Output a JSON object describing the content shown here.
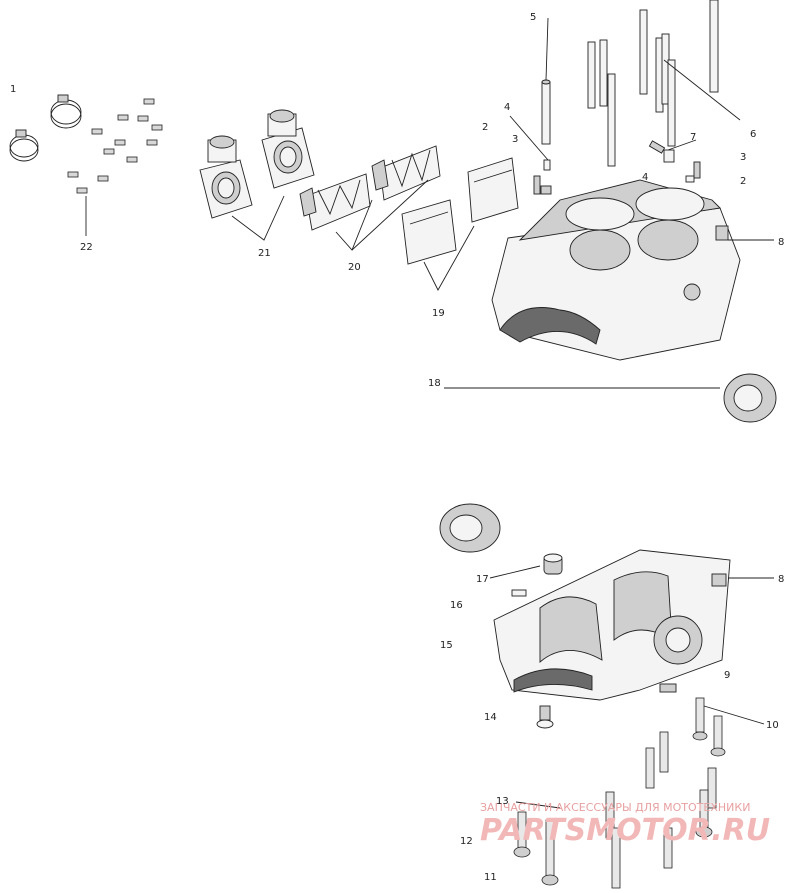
{
  "callouts": [
    {
      "id": "1",
      "label": "1"
    },
    {
      "id": "2a",
      "label": "2"
    },
    {
      "id": "2b",
      "label": "2"
    },
    {
      "id": "3a",
      "label": "3"
    },
    {
      "id": "3b",
      "label": "3"
    },
    {
      "id": "4a",
      "label": "4"
    },
    {
      "id": "4b",
      "label": "4"
    },
    {
      "id": "5",
      "label": "5"
    },
    {
      "id": "6",
      "label": "6"
    },
    {
      "id": "7",
      "label": "7"
    },
    {
      "id": "8a",
      "label": "8"
    },
    {
      "id": "8b",
      "label": "8"
    },
    {
      "id": "9",
      "label": "9"
    },
    {
      "id": "10",
      "label": "10"
    },
    {
      "id": "11",
      "label": "11"
    },
    {
      "id": "12",
      "label": "12"
    },
    {
      "id": "13",
      "label": "13"
    },
    {
      "id": "14",
      "label": "14"
    },
    {
      "id": "15",
      "label": "15"
    },
    {
      "id": "16",
      "label": "16"
    },
    {
      "id": "17",
      "label": "17"
    },
    {
      "id": "18",
      "label": "18"
    },
    {
      "id": "19",
      "label": "19"
    },
    {
      "id": "20",
      "label": "20"
    },
    {
      "id": "21",
      "label": "21"
    },
    {
      "id": "22",
      "label": "22"
    }
  ],
  "watermark": {
    "tagline": "ЗАПЧАСТИ И АКСЕССУАРЫ ДЛЯ МОТОТЕХНИКИ",
    "brand": "PARTSMOTOR.RU"
  }
}
